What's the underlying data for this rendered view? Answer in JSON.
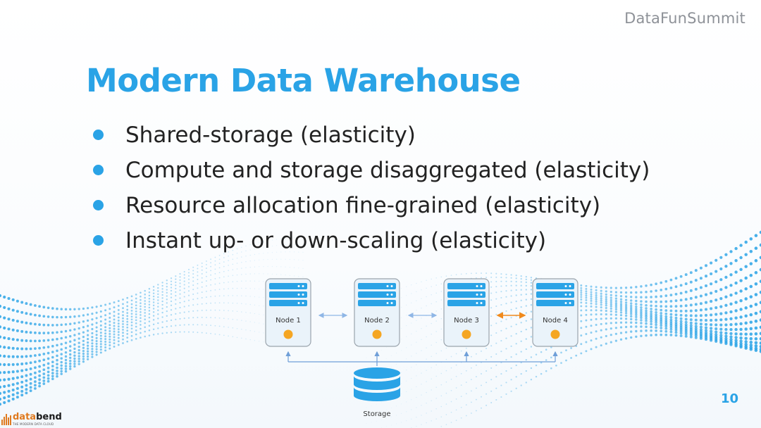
{
  "brand": "DataFunSummit",
  "title": "Modern Data Warehouse",
  "bullets": [
    "Shared-storage (elasticity)",
    "Compute and storage disaggregated (elasticity)",
    "Resource allocation fine-grained (elasticity)",
    "Instant up- or down-scaling (elasticity)"
  ],
  "diagram": {
    "nodes": [
      "Node 1",
      "Node 2",
      "Node 3",
      "Node 4"
    ],
    "storage_label": "Storage",
    "links": [
      {
        "from": "Node 1",
        "to": "Node 2",
        "highlight": false
      },
      {
        "from": "Node 2",
        "to": "Node 3",
        "highlight": false
      },
      {
        "from": "Node 3",
        "to": "Node 4",
        "highlight": true
      }
    ]
  },
  "page_number": "10",
  "logo": {
    "word_prefix": "data",
    "word_suffix": "bend",
    "tagline": "THE MODERN DATA CLOUD"
  },
  "colors": {
    "accent": "#2aa3e6",
    "server_bar": "#2aa3e6",
    "node_dot": "#f5a623",
    "highlight_link": "#f08a1c",
    "link": "#8fb6e6",
    "node_border": "#9aa4ad",
    "node_fill": "#eaf3fa",
    "wave_dots": "#2aa3e6"
  }
}
